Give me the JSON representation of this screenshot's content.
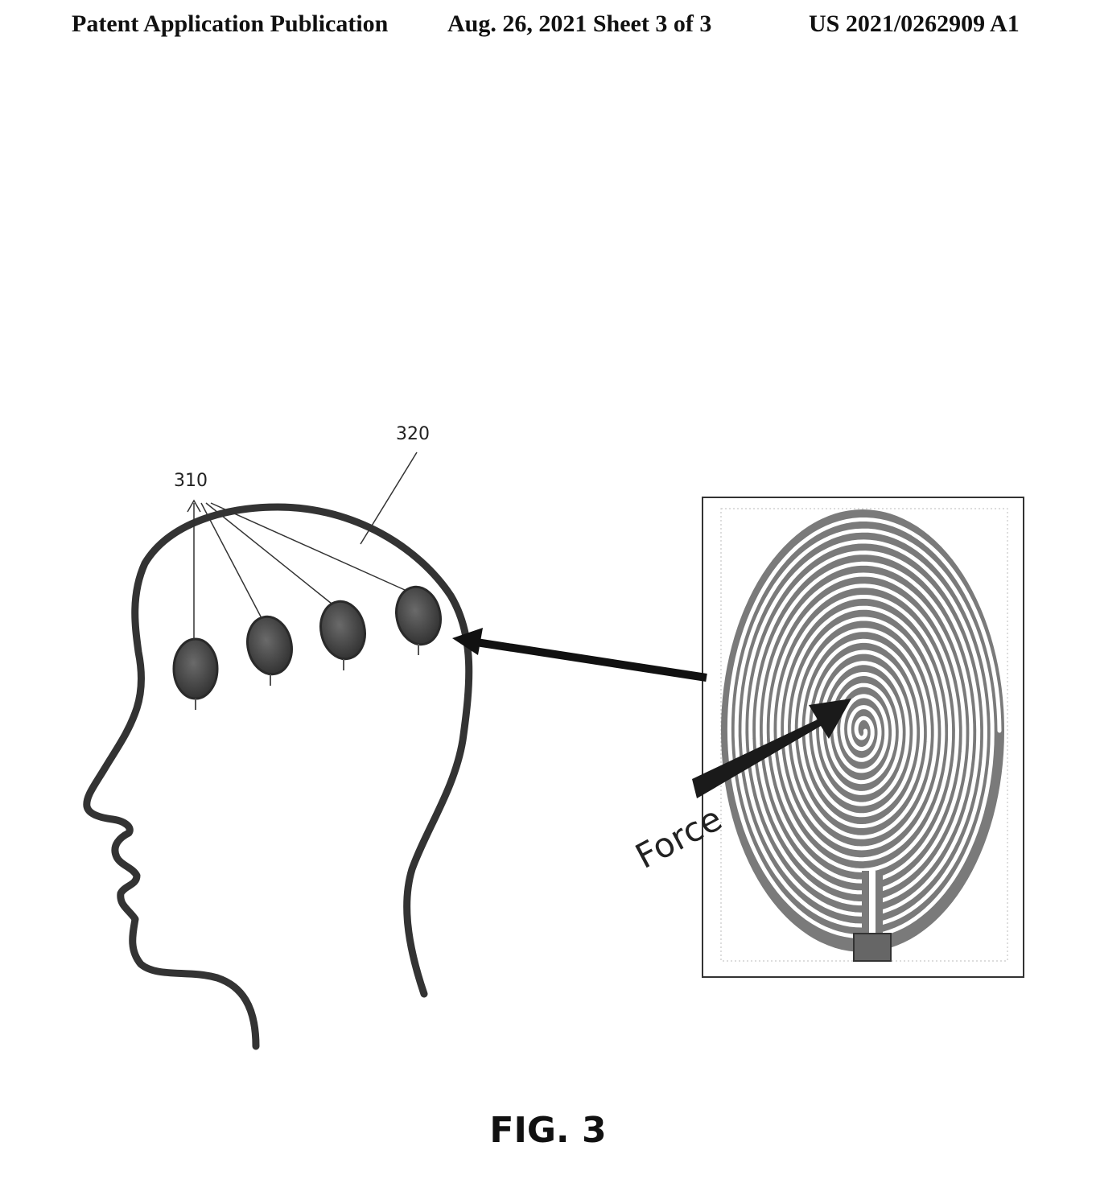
{
  "header": {
    "publication": "Patent Application Publication",
    "date_sheet": "Aug. 26, 2021  Sheet 3 of 3",
    "number": "US 2021/0262909 A1"
  },
  "figure": {
    "ref_electrodes": "310",
    "ref_head": "320",
    "force_label": "Force",
    "caption": "FIG. 3"
  },
  "colors": {
    "ink": "#1a1a1a",
    "outline": "#333333",
    "electrode": "#4a4a4a",
    "coil": "#7a7a7a"
  }
}
